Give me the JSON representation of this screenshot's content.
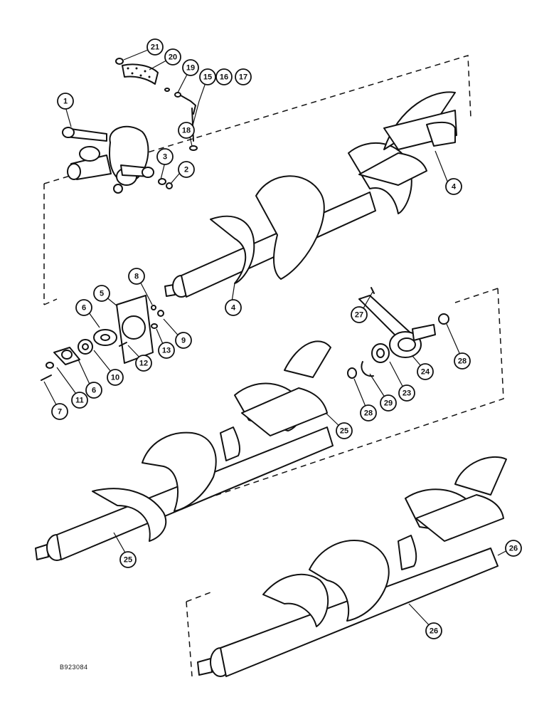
{
  "drawing_code": "B923084",
  "callouts": [
    {
      "id": "c1",
      "label": "1"
    },
    {
      "id": "c2",
      "label": "2"
    },
    {
      "id": "c3",
      "label": "3"
    },
    {
      "id": "c4a",
      "label": "4"
    },
    {
      "id": "c4b",
      "label": "4"
    },
    {
      "id": "c5",
      "label": "5"
    },
    {
      "id": "c6a",
      "label": "6"
    },
    {
      "id": "c6b",
      "label": "6"
    },
    {
      "id": "c7",
      "label": "7"
    },
    {
      "id": "c8",
      "label": "8"
    },
    {
      "id": "c9",
      "label": "9"
    },
    {
      "id": "c10",
      "label": "10"
    },
    {
      "id": "c11",
      "label": "11"
    },
    {
      "id": "c12",
      "label": "12"
    },
    {
      "id": "c13",
      "label": "13"
    },
    {
      "id": "c15",
      "label": "15"
    },
    {
      "id": "c16",
      "label": "16"
    },
    {
      "id": "c17",
      "label": "17"
    },
    {
      "id": "c18",
      "label": "18"
    },
    {
      "id": "c19",
      "label": "19"
    },
    {
      "id": "c20",
      "label": "20"
    },
    {
      "id": "c21",
      "label": "21"
    },
    {
      "id": "c23",
      "label": "23"
    },
    {
      "id": "c24",
      "label": "24"
    },
    {
      "id": "c25a",
      "label": "25"
    },
    {
      "id": "c25b",
      "label": "25"
    },
    {
      "id": "c26a",
      "label": "26"
    },
    {
      "id": "c26b",
      "label": "26"
    },
    {
      "id": "c27",
      "label": "27"
    },
    {
      "id": "c28a",
      "label": "28"
    },
    {
      "id": "c28b",
      "label": "28"
    },
    {
      "id": "c29",
      "label": "29"
    }
  ]
}
